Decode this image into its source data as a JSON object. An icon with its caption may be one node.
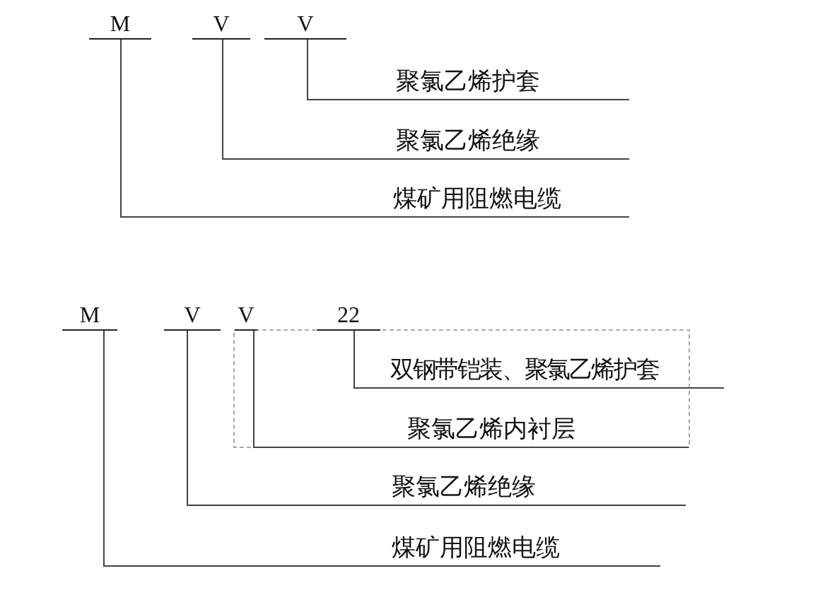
{
  "diagram": {
    "nodes": [
      {
        "text": [
          "M"
        ]
      },
      {
        "text": [
          "V"
        ]
      },
      {
        "text": [
          "V"
        ]
      },
      {
        "text": [
          "聚氯乙烯护套"
        ]
      },
      {
        "text": [
          "聚氯乙烯绝缘"
        ]
      },
      {
        "text": [
          "煤矿用阻燃电缆"
        ]
      },
      {
        "text": [
          "M"
        ]
      },
      {
        "text": [
          "V"
        ]
      },
      {
        "text": [
          "V"
        ]
      },
      {
        "text": [
          "22"
        ]
      },
      {
        "text": [
          "双钢带铠装、聚氯乙烯护套"
        ]
      },
      {
        "text": [
          "聚氯乙烯内衬层"
        ]
      },
      {
        "text": [
          "聚氯乙烯绝缘"
        ]
      },
      {
        "text": [
          "煤矿用阻燃电缆"
        ]
      }
    ],
    "edges": [
      {
        "from": 2,
        "to": 3,
        "arrow": "none"
      },
      {
        "from": 1,
        "to": 4,
        "arrow": "none"
      },
      {
        "from": 0,
        "to": 5,
        "arrow": "none"
      },
      {
        "from": 9,
        "to": 10,
        "arrow": "none"
      },
      {
        "from": 8,
        "to": 11,
        "arrow": "none"
      },
      {
        "from": 7,
        "to": 12,
        "arrow": "none"
      },
      {
        "from": 6,
        "to": 13,
        "arrow": "none"
      }
    ]
  }
}
